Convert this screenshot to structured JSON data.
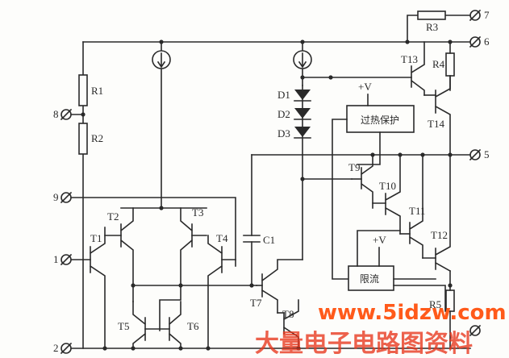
{
  "pins": {
    "p2": "2",
    "p1": "1",
    "p9": "9",
    "p8": "8",
    "p7": "7",
    "p6": "6",
    "p5": "5"
  },
  "resistors": {
    "r1": "R1",
    "r2": "R2",
    "r3": "R3",
    "r4": "R4",
    "r5": "R5"
  },
  "transistors": {
    "t1": "T1",
    "t2": "T2",
    "t3": "T3",
    "t4": "T4",
    "t5": "T5",
    "t6": "T6",
    "t7": "T7",
    "t8": "T8",
    "t9": "T9",
    "t10": "T10",
    "t11": "T11",
    "t12": "T12",
    "t13": "T13",
    "t14": "T14"
  },
  "diodes": {
    "d1": "D1",
    "d2": "D2",
    "d3": "D3"
  },
  "capacitor": "C1",
  "thermal_protection": {
    "label": "过热保护",
    "supply": "+V"
  },
  "current_limit": {
    "label": "限流",
    "supply": "+V"
  },
  "watermark": {
    "url": "www.5idzw.com",
    "title": "大量电子电路图资料"
  },
  "colors": {
    "ink": "#2a2a2a",
    "watermark_orange": "#ff5a1a",
    "watermark_red": "#e8361c"
  }
}
